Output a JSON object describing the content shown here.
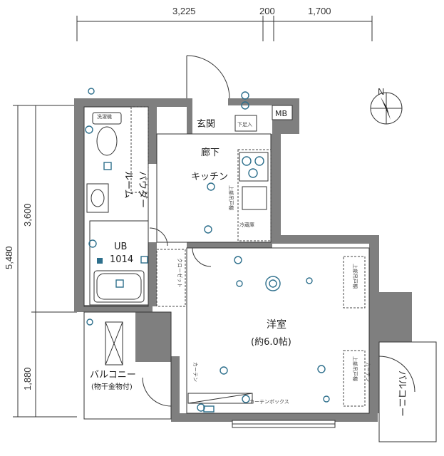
{
  "dimensions": {
    "top": [
      "3,225",
      "200",
      "1,700"
    ],
    "left": [
      "5,480",
      "3,600",
      "1,880"
    ]
  },
  "rooms": {
    "entrance": "玄関",
    "shoe_box": "下足入",
    "mb": "MB",
    "corridor": "廊下",
    "kitchen": "キッチン",
    "powder_room_1": "パウダー",
    "powder_room_2": "ルーム",
    "ub_1": "UB",
    "ub_2": "1014",
    "western_room": "洋室",
    "western_room_size": "(約6.0帖)",
    "balcony_left_1": "バルコニー",
    "balcony_left_2": "(物干金物付)",
    "balcony_right": "バルコニー",
    "closet": "クローゼット",
    "curtain_box": "カーテンボックス",
    "curtain_left": "カーテン",
    "curtain_right": "カーテン",
    "upper_storage_1": "上部吊戸棚",
    "upper_storage_2": "上部吊戸棚",
    "upper_storage_3": "上部吊戸棚",
    "fridge_space": "冷蔵庫",
    "washer_label": "洗濯機"
  },
  "compass": {
    "north_label": "N"
  },
  "colors": {
    "wall": "#7f7f7f",
    "fixture_icon": "#2d6f8c",
    "line": "#333333"
  }
}
